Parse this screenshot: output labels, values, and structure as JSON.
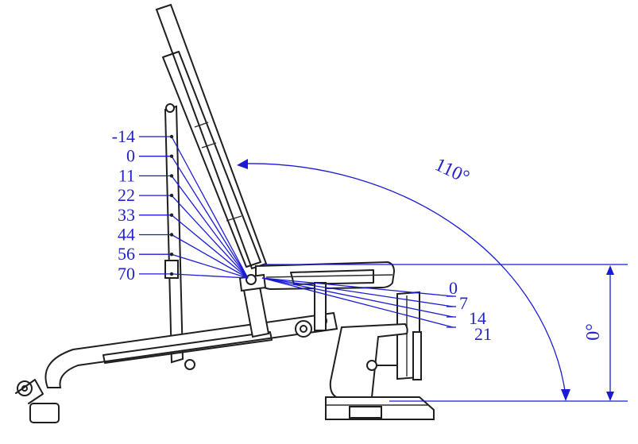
{
  "diagram": {
    "backrest_angle_label": "110°",
    "seat_baseline_label": "0°",
    "backrest_positions": [
      "-14",
      "0",
      "11",
      "22",
      "33",
      "44",
      "56",
      "70"
    ],
    "seat_positions": [
      "0",
      "7",
      "14",
      "21"
    ]
  },
  "colors": {
    "annotation": "#1b1bd6",
    "line_art": "#1f1f1f",
    "background": "#ffffff"
  }
}
